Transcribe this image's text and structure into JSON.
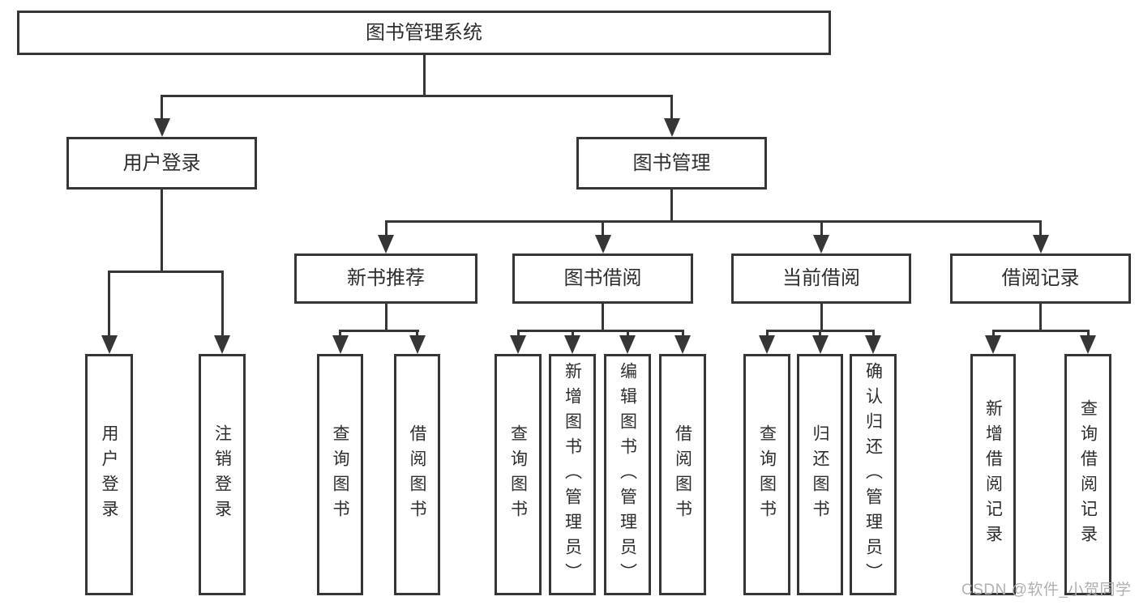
{
  "diagram": {
    "root": {
      "label": "图书管理系统"
    },
    "branches": [
      {
        "label": "用户登录",
        "children": [
          "用户登录",
          "注销登录"
        ]
      },
      {
        "label": "图书管理",
        "children": [
          {
            "label": "新书推荐",
            "children": [
              "查询图书",
              "借阅图书"
            ]
          },
          {
            "label": "图书借阅",
            "children": [
              "查询图书",
              "新增图书（管理员）",
              "编辑图书（管理员）",
              "借阅图书"
            ]
          },
          {
            "label": "当前借阅",
            "children": [
              "查询图书",
              "归还图书",
              "确认归还（管理员）"
            ]
          },
          {
            "label": "借阅记录",
            "children": [
              "新增借阅记录",
              "查询借阅记录"
            ]
          }
        ]
      }
    ]
  },
  "watermark": {
    "text": "CSDN @软件_小贺同学"
  },
  "colors": {
    "line": "#363636",
    "text": "#2d2d2d",
    "background": "#ffffff",
    "watermark": "#b0b0b0"
  }
}
